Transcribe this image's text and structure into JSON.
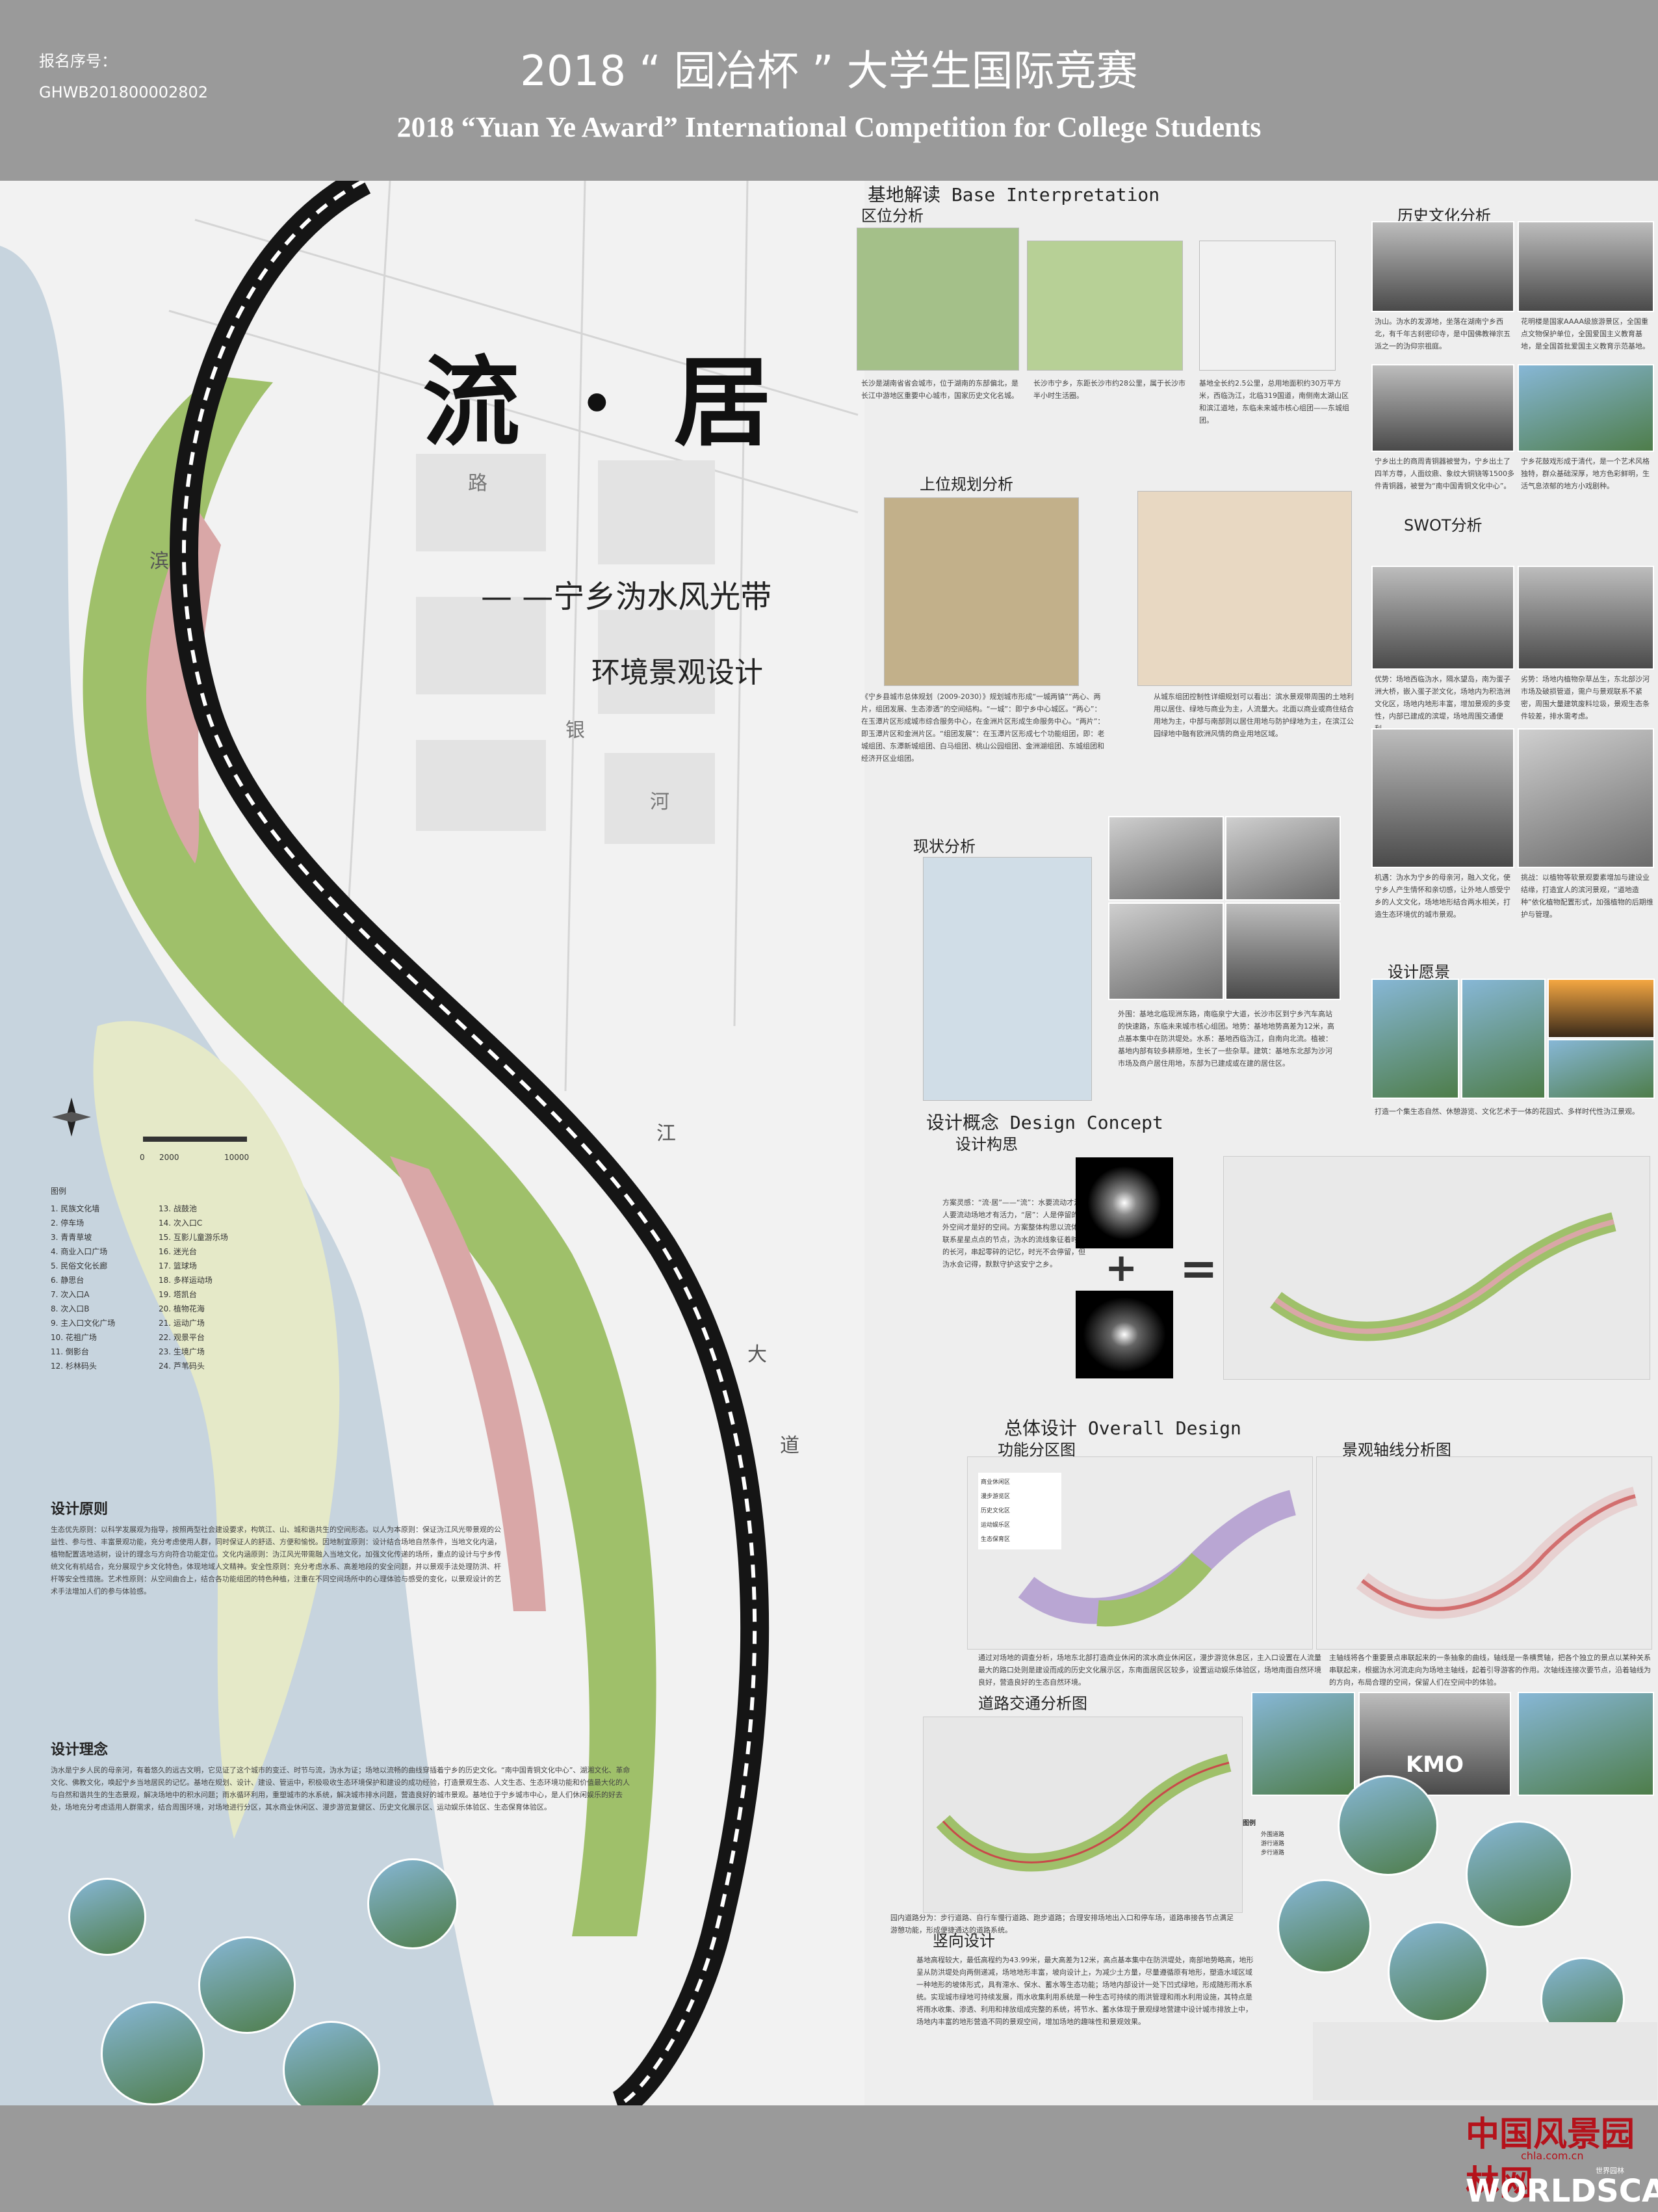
{
  "header": {
    "reg_label": "报名序号：",
    "reg_number": "GHWB201800002802",
    "title_cn": "2018 “ 园冶杯 ” 大学生国际竞赛",
    "title_en": "2018 “Yuan Ye Award” International Competition for College Students"
  },
  "poster": {
    "title": "流 · 居",
    "subtitle_1": "— —宁乡沩水风光带",
    "subtitle_2": "环境景观设计",
    "scale_labels": [
      "0",
      "2000",
      "10000"
    ],
    "legend_title": "图例",
    "legend_col1": [
      "1. 民族文化墙",
      "2. 停车场",
      "3. 青青草坡",
      "4. 商业入口广场",
      "5. 民俗文化长廊",
      "6. 静思台",
      "7. 次入口A",
      "8. 次入口B",
      "9. 主入口文化广场",
      "10. 花祖广场",
      "11. 倒影台",
      "12. 杉林码头"
    ],
    "legend_col2": [
      "13. 战鼓池",
      "14. 次入口C",
      "15. 互影儿童游乐场",
      "16. 迷光台",
      "17. 篮球场",
      "18. 多样运动场",
      "19. 塔凯台",
      "20. 植物花海",
      "21. 运动广场",
      "22. 观景平台",
      "23. 生境广场",
      "24. 芦苇码头"
    ],
    "map_labels": [
      "滨",
      "江",
      "大",
      "道",
      "路",
      "银",
      "河"
    ]
  },
  "principles": {
    "title": "设计原则",
    "text": "生态优先原则：以科学发展观为指导，按照两型社会建设要求，构筑江、山、城和谐共生的空间形态。以人为本原则：保证沩江风光带景观的公益性、参与性、丰富景观功能，充分考虑使用人群，同时保证人的舒适、方便和愉悦。因地制宜原则：设计结合场地自然条件，当地文化内涵，植物配置选地适树，设计的理念与方向符合功能定位。文化内涵原则：沩江风光带需融入当地文化，加强文化传递的场所，重点的设计与宁乡传统文化有机结合，充分展现宁乡文化特色，体现地域人文精神。安全性原则：充分考虑水系、高差地段的安全问题，并以景观手法处理防洪、杆杆等安全性措施。艺术性原则：从空间曲合上，结合各功能组团的特色种植，注重在不同空间场所中的心理体验与感受的变化，以景观设计的艺术手法增加人们的参与体验感。"
  },
  "concept_block": {
    "title": "设计理念",
    "text": "沩水是宁乡人民的母亲河，有着悠久的远古文明，它见证了这个城市的变迁、时节与流，沩水为证；场地以流畅的曲线穿插着宁乡的历史文化。“南中国青铜文化中心”、湖湘文化、革命文化、佛教文化，唤起宁乡当地居民的记忆。基地在规划、设计、建设、管运中，积极吸收生态环境保护和建设的成功经验，打造景观生态、人文生态、生态环境功能和价值最大化的人与自然和谐共生的生态景观，解决场地中的积水问题；雨水循环利用，重塑城市的水系统，解决城市排水问题，营造良好的城市景观。基地位于宁乡城市中心，是人们休闲娱乐的好去处，场地充分考虑适用人群需求，结合周围环境，对场地进行分区，其水商业休闲区、漫步游览复健区、历史文化展示区、运动娱乐体验区、生态保育体验区。"
  },
  "base": {
    "title": "基地解读 Base Interpretation",
    "location_title": "区位分析",
    "location_texts": [
      "长沙是湖南省省会城市，位于湖南的东部偏北，是长江中游地区重要中心城市，国家历史文化名城。",
      "长沙市宁乡，东距长沙市约28公里，属于长沙市半小时生活圈。",
      "基地全长约2.5公里，总用地面积约30万平方米，西临沩江，北临319国道，南侧南太湖山区和滨江道地，东临未来城市核心组团——东城组团。"
    ],
    "upper_title": "上位规划分析",
    "upper_text_1": "《宁乡县城市总体规划（2009-2030）》规划城市形成“一城两镇”“两心、两片，组团发展、生态渗透”的空间结构。“一城”：即宁乡中心城区。“两心”：在玉潭片区形成城市综合服务中心，在金洲片区形成生命服务中心。“两片”：即玉潭片区和金洲片区。“组团发展”：在玉潭片区形成七个功能组团，即：老城组团、东潭新城组团、白马组团、桃山公园组团、金洲湖组团、东城组团和经济开区业组团。",
    "upper_text_2": "从城东组团控制性详细规划可以看出：滨水景观带周围的土地利用以居住、绿地与商业为主，人流量大。北面以商业或商住结合用地为主，中部与南部则以居住用地与防护绿地为主，在滨江公园绿地中融有欧洲风情的商业用地区域。",
    "status_title": "现状分析",
    "status_text": "外围：基地北临现洲东路，南临泉宁大道，长沙市区到宁乡汽车高站的快速路，东临未来城市核心组团。地势：基地地势高差为12米，高点基本集中在防洪堤处。水系：基地西临沩江，自南向北流。植被：基地内部有较多耕原地，生长了一些杂草。建筑：基地东北部为沙河市场及商户居住用地，东部为已建成或在建的居住区。"
  },
  "history": {
    "title": "历史文化分析",
    "texts": [
      "沩山。沩水的发源地，坐落在湖南宁乡西北，有千年古刹密印寺，是中国佛教禅宗五派之一的沩仰宗祖庭。",
      "花明楼是国家AAAA级旅游景区，全国重点文物保护单位，全国爱国主义教育基地，是全国首批爱国主义教育示范基地。",
      "宁乡出土的商周青铜器被誉为，宁乡出土了四羊方尊，人面纹鼎、象纹大铜铙等1500多件青铜器，被誉为“南中国青铜文化中心”。",
      "宁乡花鼓戏形成于清代，是一个艺术风格独特，群众基础深厚，地方色彩鲜明，生活气息浓郁的地方小戏剧种。"
    ]
  },
  "swot": {
    "title": "SWOT分析",
    "texts": [
      "优势：场地西临沩水，隔水望岛，南为蛋子洲大桥，嵌入蛋子淤文化，场地内为积浩洲文化区，场地内地形丰富，增加景观的多变性，内部已建成的滨堤，场地周围交通便利。",
      "劣势：场地内植物杂草丛生，东北部沙河市场及破损管道，需户与景观联系不紧密，周围大量建筑废料垃圾，景观生态条件较差，排水需考虑。",
      "机遇：沩水为宁乡的母亲河，融入文化，使宁乡人产生情怀和亲切感，让外地人感受宁乡的人文文化，场地地形结合两水相关，打造生态环境优的城市景观。",
      "挑战：以植物等软景观要素增加与建设业结缘，打造宜人的滨河景观，“道地造种”依化植物配置形式，加强植物的后期维护与管理。"
    ]
  },
  "vision": {
    "title": "设计愿景",
    "text": "打造一个集生态自然、休憩游览、文化艺术于一体的花园式、多样时代性沩江景观。"
  },
  "design_concept": {
    "title": "设计概念 Design Concept",
    "sub": "设计构思",
    "text": "方案灵感：“流·居”——“流”：水要流动才活，人要流动场地才有活力，“居”：人是停留的户外空间才是好的空间。方案整体构思以流体来联系星星点点的节点，沩水的流线象征着时间的长河，串起零碎的记忆，时光不会停留，但沩水会记得，默默守护这安宁之乡。",
    "plus": "+",
    "equals": "="
  },
  "overall": {
    "title": "总体设计 Overall Design",
    "func_title": "功能分区图",
    "axis_title": "景观轴线分析图",
    "func_legend": [
      "商业休闲区",
      "漫步游览区",
      "历史文化区",
      "运动娱乐区",
      "生态保育区"
    ],
    "func_text": "通过对场地的调查分析，场地东北部打造商业休闲的滨水商业休闲区，漫步游览休息区，主入口设置在人流量最大的路口处则是建设而成的历史文化展示区，东南面居民区较多，设置运动娱乐体验区，场地南面自然环境良好，营造良好的生态自然环境。",
    "axis_text": "主轴线将各个重要景点串联起来的一条抽象的曲线，轴线是一条横贯轴，把各个独立的景点以某种关系串联起来，根据沩水河流走向为场地主轴线，起着引导游客的作用。次轴线连接次要节点，沿着轴线为的方向，布局合理的空间，保留人们在空间中的体验。",
    "traffic_title": "道路交通分析图",
    "traffic_legend_title": "图例",
    "traffic_legend": [
      "外围道路",
      "游行道路",
      "步行道路"
    ],
    "traffic_text": "园内道路分为：步行道路、自行车慢行道路、跑步道路；合理安排场地出入口和停车场，道路串接各节点满足游憩功能，形成便捷通达的道路系统。",
    "kmo": "KMO",
    "vertical_title": "竖向设计",
    "vertical_text": "基地高程较大，最低高程约为43.99米，最大高差为12米，高点基本集中在防洪堤处，南部地势略高，地形呈从防洪堤处向两侧递减，场地地形丰富，坡向设计上，为减少土方量，尽量遵循原有地形，塑造水域区域一种地形的坡体形式，具有滞水、保水、蓄水等生态功能；场地内部设计一处下凹式绿地，形成随形雨水系统。实现城市绿地可持续发展，雨水收集利用系统是一种生态可持续的雨洪管理和雨水利用设施，其特点是将雨水收集、渗透、利用和排放组成完整的系统，将节水、蓄水体现于景观绿地营建中设计城市排放上中，场地内丰富的地形营造不同的景观空间，增加场地的趣味性和景观效果。"
  },
  "footer": {
    "logo_cn": "中国风景园林网",
    "logo_url": "chla.com.cn",
    "logo_small": "世界园林",
    "logo_en": "WORLDSCAPE"
  },
  "colors": {
    "header_gray": "#9a9a9a",
    "river": "#c7d4de",
    "park_green": "#9fc06a",
    "park_pink": "#d9a7a7",
    "road_black": "#151515",
    "logo_red": "#b5121b"
  }
}
